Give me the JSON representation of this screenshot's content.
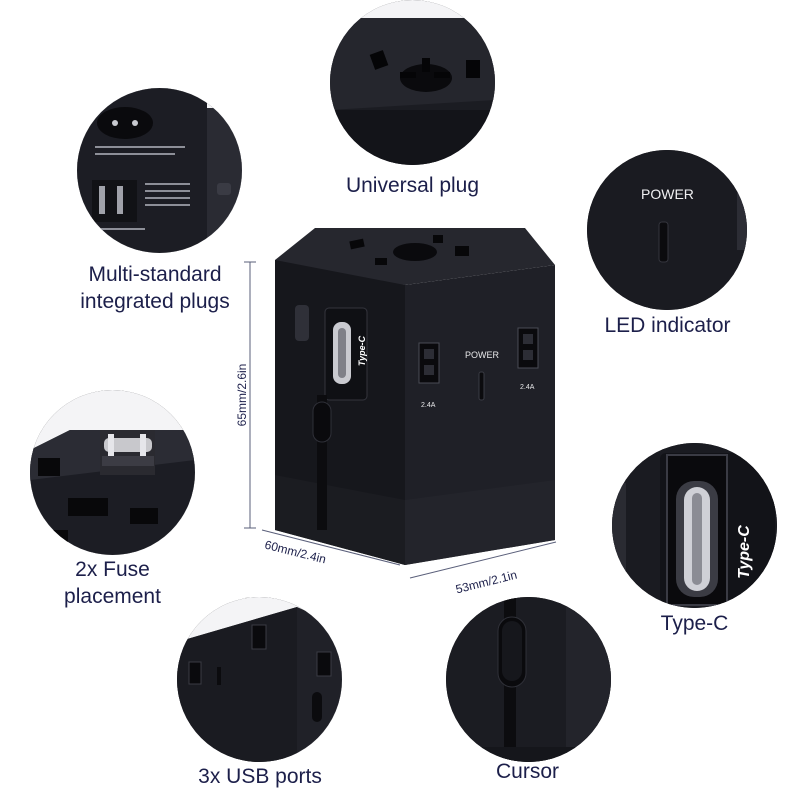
{
  "captions": {
    "universal_plug": "Universal plug",
    "multi_standard_line1": "Multi-standard",
    "multi_standard_line2": "integrated plugs",
    "led_indicator": "LED indicator",
    "fuse_line1": "2x Fuse",
    "fuse_line2": "placement",
    "type_c": "Type-C",
    "usb_ports": "3x USB ports",
    "cursor": "Cursor"
  },
  "dimensions": {
    "height": "65mm/2.6in",
    "depth": "60mm/2.4in",
    "width": "53mm/2.1in"
  },
  "device_labels": {
    "power": "POWER",
    "type_c": "Type-C",
    "usb_rating_left": "2.4A",
    "usb_rating_right": "2.4A"
  },
  "colors": {
    "device": "#1a1b22",
    "caption": "#1c1f4a",
    "dimension_line": "#5a5f7a"
  }
}
